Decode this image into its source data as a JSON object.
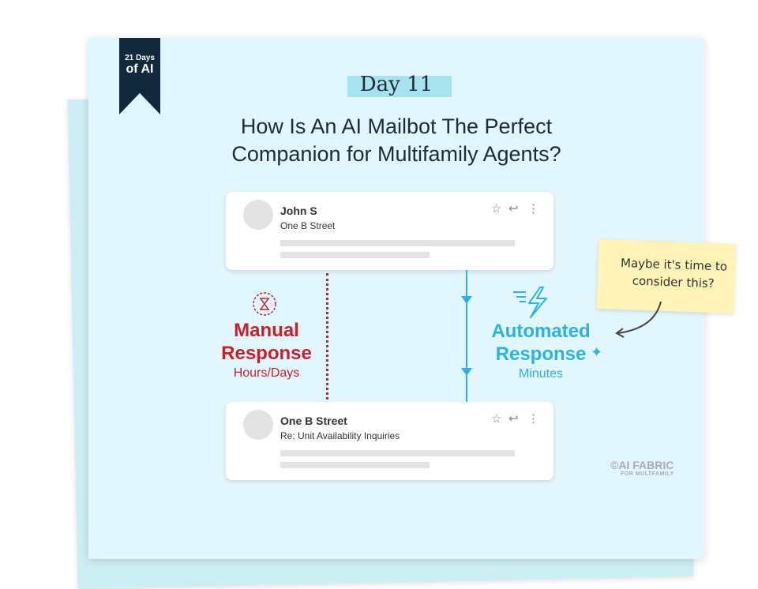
{
  "ribbon": {
    "line1": "21 Days",
    "line2": "of AI"
  },
  "day_label": "Day 11",
  "title": {
    "line1": "How Is An AI Mailbot The Perfect",
    "line2": "Companion for Multifamily Agents?"
  },
  "email_incoming": {
    "sender": "John S",
    "subject": "One B Street"
  },
  "email_reply": {
    "sender": "One B Street",
    "subject": "Re: Unit Availability Inquiries"
  },
  "manual": {
    "line1": "Manual",
    "line2": "Response",
    "time": "Hours/Days",
    "color": "#c8202a"
  },
  "automated": {
    "line1": "Automated",
    "line2": "Response",
    "time": "Minutes",
    "color": "#29b2e8"
  },
  "note": {
    "text": "Maybe it's time to consider this?"
  },
  "watermark": {
    "brand": "©AI FABRIC",
    "tagline": "FOR MULTFAMILY"
  },
  "icons": [
    "star-icon",
    "reply-icon",
    "more-vertical-icon",
    "hourglass-refresh-icon",
    "lightning-fast-icon",
    "sparkle-icon",
    "curved-arrow-icon"
  ]
}
